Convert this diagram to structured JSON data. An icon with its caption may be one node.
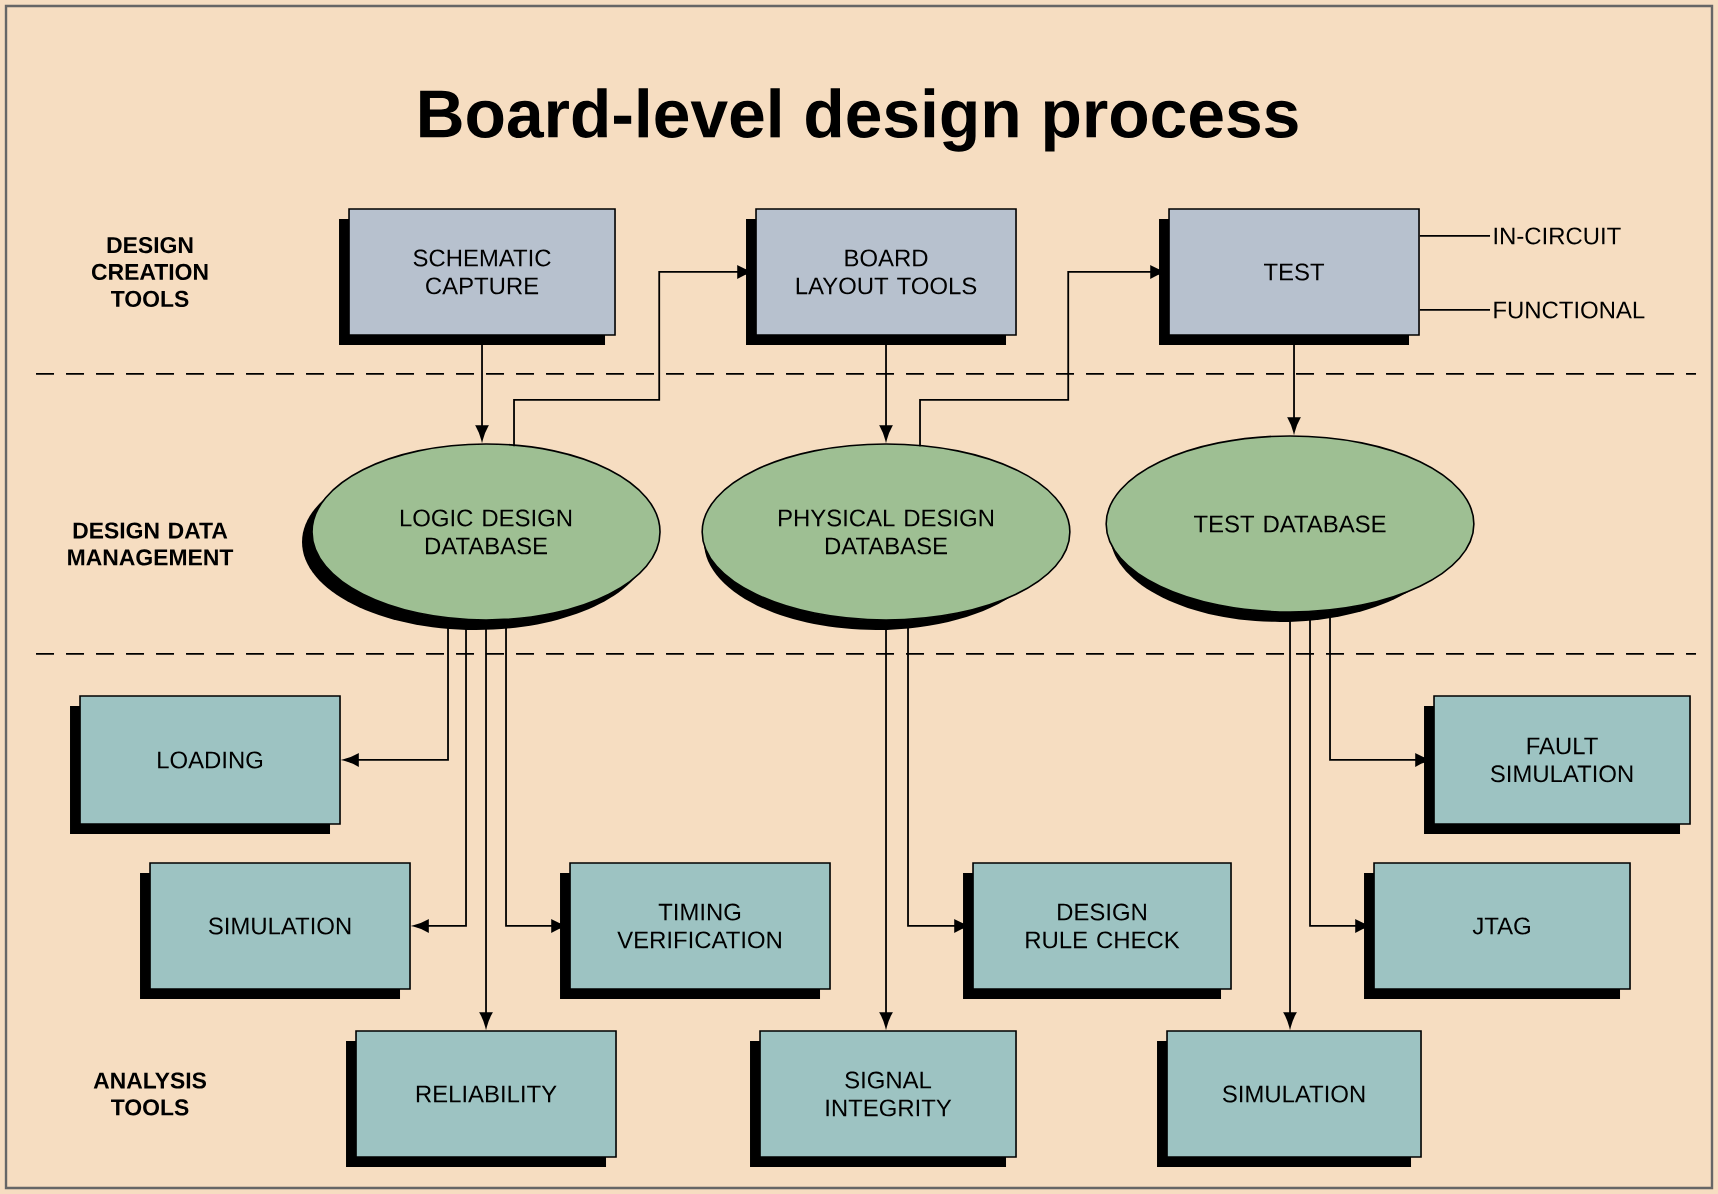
{
  "diagram": {
    "title": "Board-level design process",
    "nodes": [
      {
        "text": [
          "SCHEMATIC CAPTURE"
        ]
      },
      {
        "text": [
          "BOARD LAYOUT TOOLS"
        ]
      },
      {
        "text": [
          "TEST"
        ]
      },
      {
        "text": [
          "IN-CIRCUIT"
        ]
      },
      {
        "text": [
          "FUNCTIONAL"
        ]
      },
      {
        "text": [
          "LOGIC DESIGN DATABASE"
        ]
      },
      {
        "text": [
          "PHYSICAL DESIGN DATABASE"
        ]
      },
      {
        "text": [
          "TEST DATABASE"
        ]
      },
      {
        "text": [
          "LOADING"
        ]
      },
      {
        "text": [
          "SIMULATION"
        ]
      },
      {
        "text": [
          "TIMING VERIFICATION"
        ]
      },
      {
        "text": [
          "RELIABILITY"
        ]
      },
      {
        "text": [
          "SIGNAL INTEGRITY"
        ]
      },
      {
        "text": [
          "DESIGN RULE CHECK"
        ]
      },
      {
        "text": [
          "FAULT SIMULATION"
        ]
      },
      {
        "text": [
          "JTAG"
        ]
      },
      {
        "text": [
          "SIMULATION"
        ]
      }
    ],
    "edges": [
      {
        "from": 0,
        "to": 5,
        "arrow": "to"
      },
      {
        "from": 5,
        "to": 1,
        "arrow": "to"
      },
      {
        "from": 1,
        "to": 6,
        "arrow": "to"
      },
      {
        "from": 6,
        "to": 2,
        "arrow": "to"
      },
      {
        "from": 2,
        "to": 7,
        "arrow": "to"
      },
      {
        "from": 2,
        "to": 3,
        "arrow": "none"
      },
      {
        "from": 2,
        "to": 4,
        "arrow": "none"
      },
      {
        "from": 5,
        "to": 8,
        "arrow": "to"
      },
      {
        "from": 5,
        "to": 9,
        "arrow": "to"
      },
      {
        "from": 5,
        "to": 11,
        "arrow": "to"
      },
      {
        "from": 5,
        "to": 10,
        "arrow": "to"
      },
      {
        "from": 6,
        "to": 12,
        "arrow": "to"
      },
      {
        "from": 6,
        "to": 13,
        "arrow": "to"
      },
      {
        "from": 7,
        "to": 16,
        "arrow": "to"
      },
      {
        "from": 7,
        "to": 15,
        "arrow": "to"
      },
      {
        "from": 7,
        "to": 14,
        "arrow": "to"
      }
    ],
    "labels": [
      "DESIGN CREATION TOOLS",
      "DESIGN DATA MANAGEMENT",
      "ANALYSIS TOOLS"
    ]
  }
}
